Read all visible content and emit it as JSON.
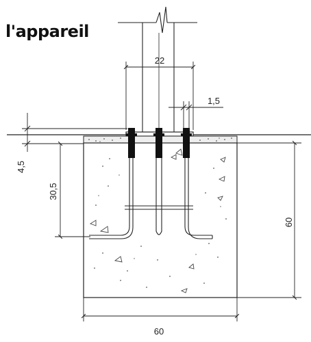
{
  "heading": "l'appareil",
  "dimensions": {
    "column_width": "22",
    "bolt_offset": "1,5",
    "grout_depth": "4,5",
    "anchor_depth": "30,5",
    "footing_height": "60",
    "footing_width": "60"
  },
  "colors": {
    "line": "#222222",
    "bolt": "#111111",
    "background": "#ffffff"
  }
}
